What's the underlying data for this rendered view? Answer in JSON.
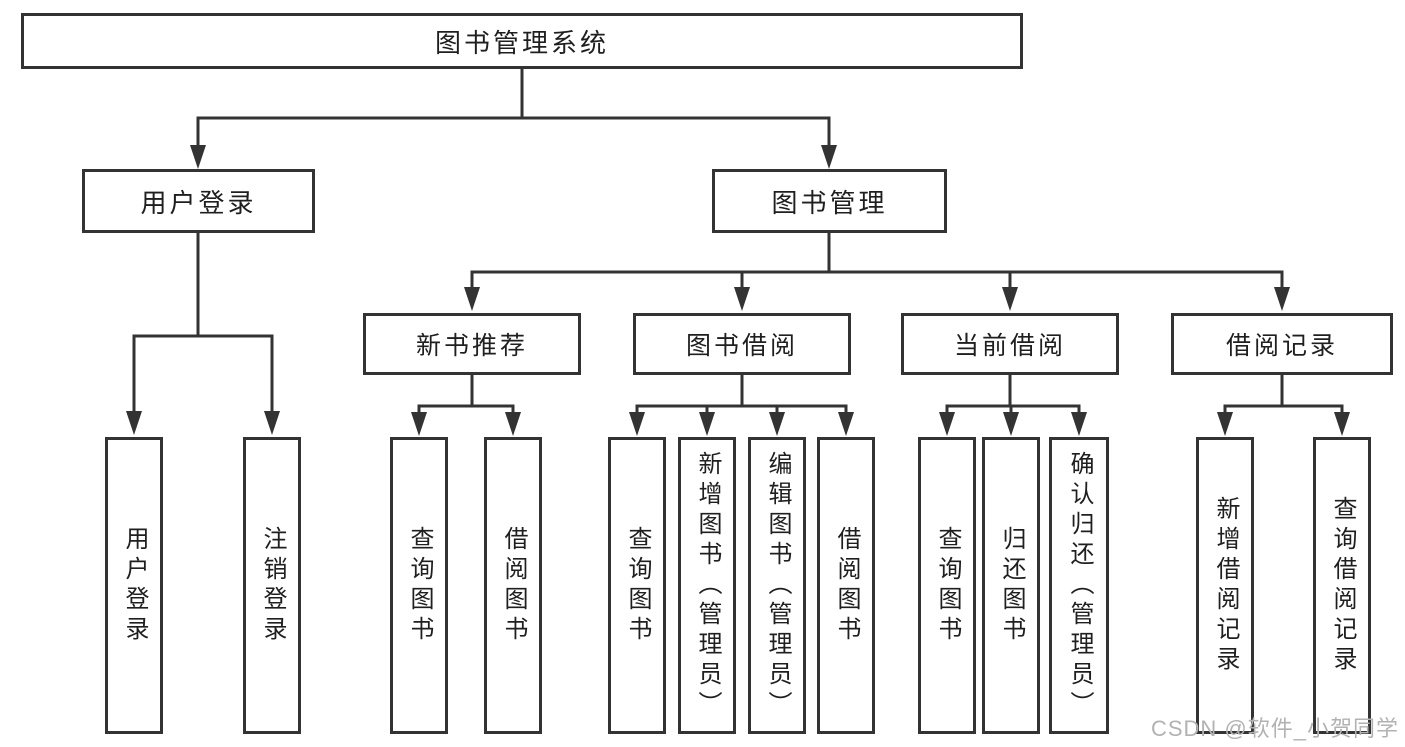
{
  "diagram": {
    "title": "图书管理系统",
    "root": {
      "label": "图书管理系统"
    },
    "level1": {
      "user_login": {
        "label": "用户登录"
      },
      "book_mgmt": {
        "label": "图书管理"
      }
    },
    "level2": {
      "new_books": {
        "label": "新书推荐"
      },
      "book_borrow": {
        "label": "图书借阅"
      },
      "current_borrow": {
        "label": "当前借阅"
      },
      "borrow_records": {
        "label": "借阅记录"
      }
    },
    "leaves": {
      "user_login": [
        "用户登录",
        "注销登录"
      ],
      "new_books": [
        "查询图书",
        "借阅图书"
      ],
      "book_borrow": [
        "查询图书",
        "新增图书（管理员）",
        "编辑图书（管理员）",
        "借阅图书"
      ],
      "current_borrow": [
        "查询图书",
        "归还图书",
        "确认归还（管理员）"
      ],
      "borrow_records": [
        "新增借阅记录",
        "查询借阅记录"
      ]
    },
    "watermark": "CSDN @软件_小贺同学",
    "colors": {
      "line": "#333333",
      "border": "#333333",
      "text": "#1f1f1f",
      "watermark": "#b2b2b2",
      "background": "#ffffff"
    }
  }
}
